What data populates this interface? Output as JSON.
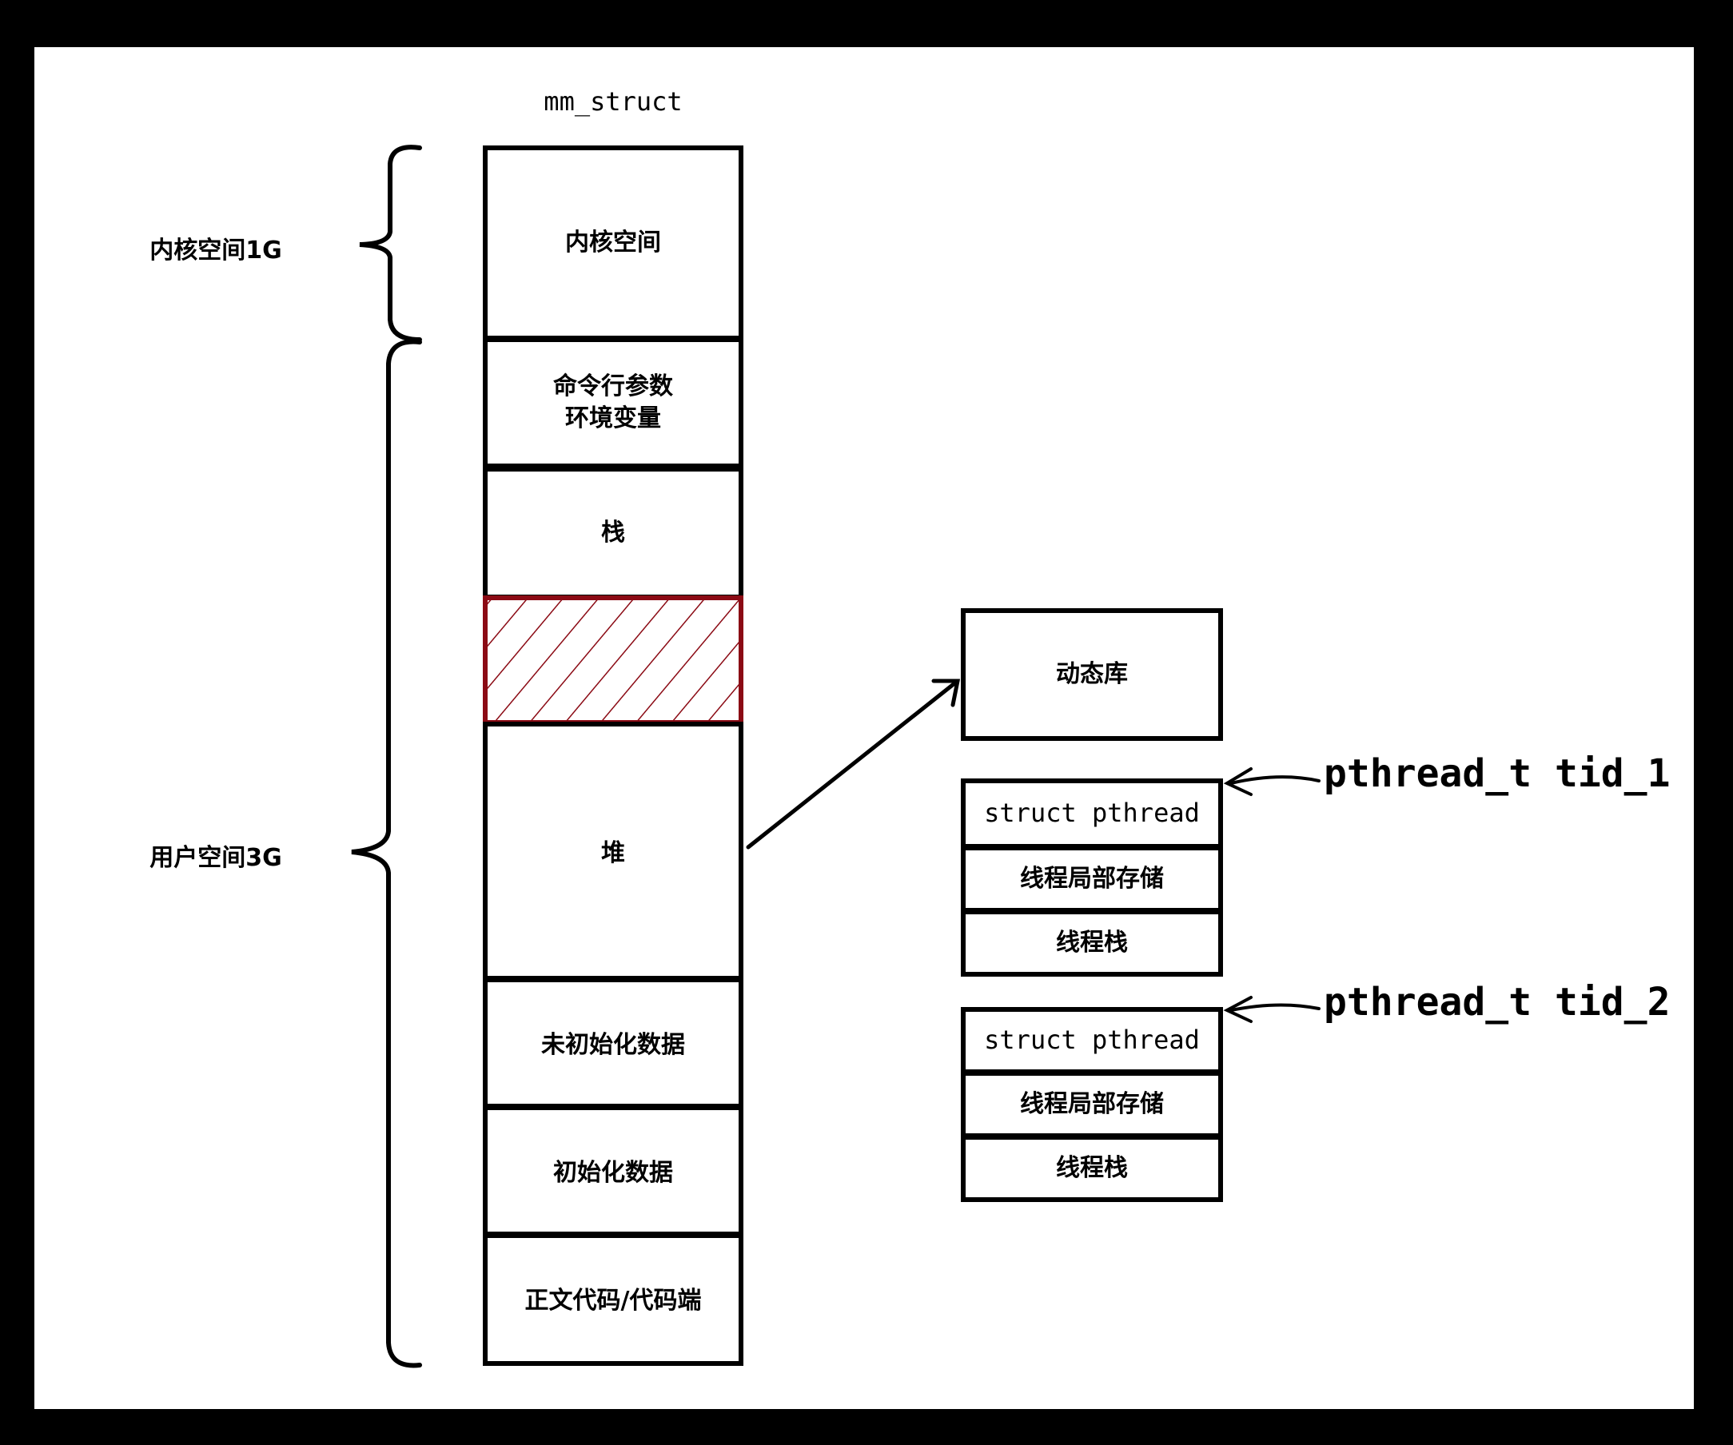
{
  "title": "mm_struct",
  "side_labels": {
    "kernel": "内核空间1G",
    "user": "用户空间3G"
  },
  "segments": [
    {
      "label": "内核空间"
    },
    {
      "label": "命令行参数\n环境变量"
    },
    {
      "label": "栈"
    },
    {
      "label": "",
      "hatched": true
    },
    {
      "label": "堆"
    },
    {
      "label": "未初始化数据"
    },
    {
      "label": "初始化数据"
    },
    {
      "label": "正文代码/代码端"
    }
  ],
  "dynlib": {
    "label": "动态库"
  },
  "threads": [
    {
      "tid_label": "pthread_t tid_1",
      "blocks": [
        "struct pthread",
        "线程局部存储",
        "线程栈"
      ]
    },
    {
      "tid_label": "pthread_t tid_2",
      "blocks": [
        "struct pthread",
        "线程局部存储",
        "线程栈"
      ]
    }
  ],
  "colors": {
    "background": "#ffffff",
    "frame": "#000000",
    "stroke": "#000000",
    "hatch": "#8b0a14"
  }
}
